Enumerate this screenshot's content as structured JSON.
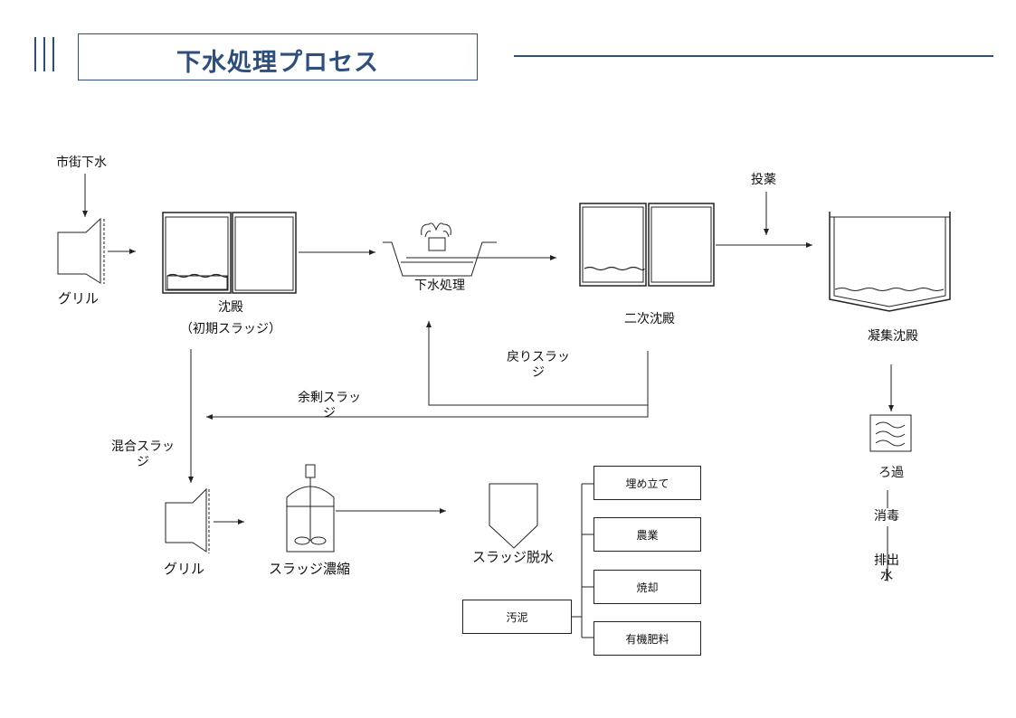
{
  "title": "下水処理プロセス",
  "labels": {
    "input": "市街下水",
    "grille1": "グリル",
    "sedimentation": "沈殿",
    "primary_sludge": "（初期スラッジ）",
    "sewage_treatment": "下水処理",
    "secondary": "二次沈殿",
    "chemicals": "投薬",
    "coagulation": "凝集沈殿",
    "return_sludge": "戻りスラッ\nジ",
    "excess_sludge": "余剰スラッ\nジ",
    "mixed_sludge": "混合スラッ\nジ",
    "grille2": "グリル",
    "thickening": "スラッジ濃縮",
    "dewatering": "スラッジ脱水",
    "filtration": "ろ過",
    "disinfection": "消毒",
    "discharge": "排出\n水"
  },
  "sludge": "汚泥",
  "destinations": [
    "埋め立て",
    "農業",
    "焼却",
    "有機肥料"
  ]
}
